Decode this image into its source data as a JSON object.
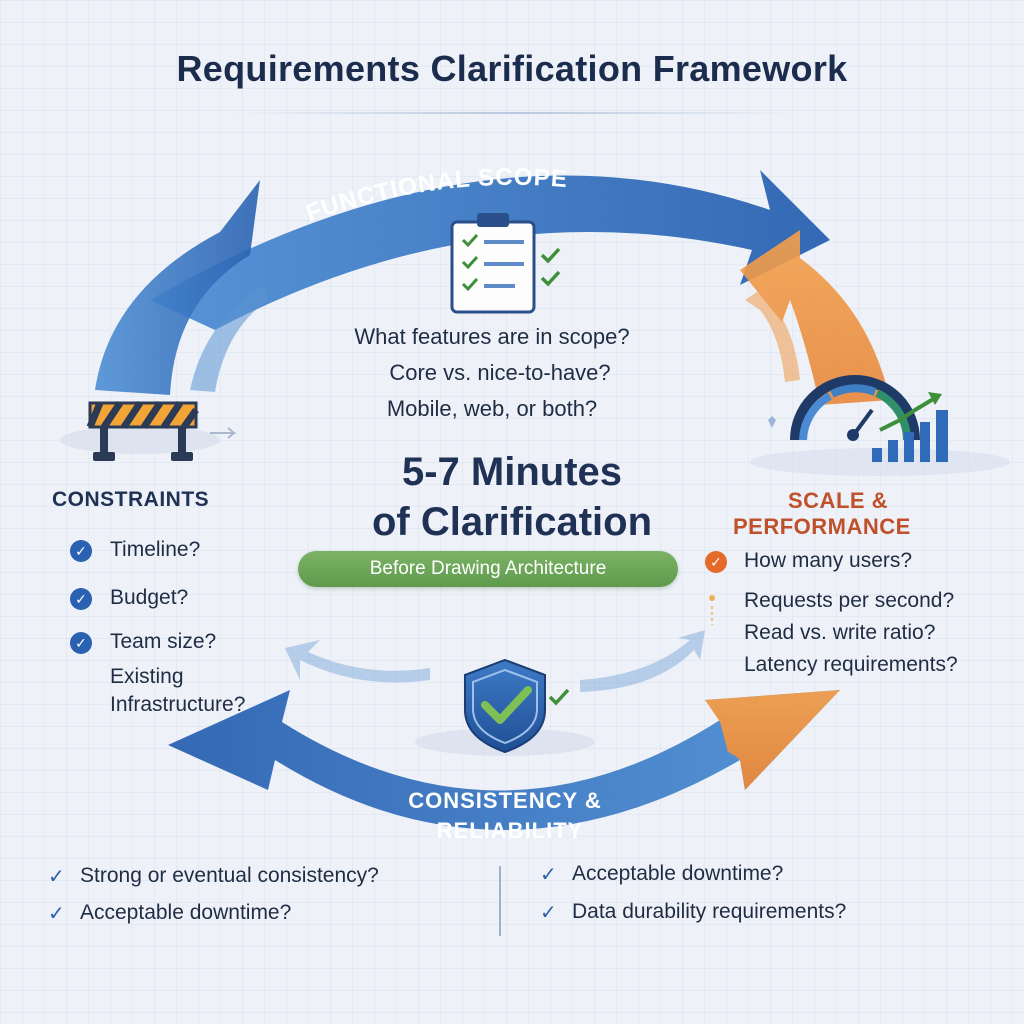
{
  "title": "Requirements Clarification Framework",
  "functional_scope": {
    "label": "FUNCTIONAL SCOPE",
    "questions": [
      "What features are in scope?",
      "Core vs. nice-to-have?",
      "Mobile, web, or both?"
    ]
  },
  "center": {
    "line1": "5-7 Minutes",
    "line2": "of Clarification",
    "pill": "Before Drawing Architecture"
  },
  "constraints": {
    "label": "CONSTRAINTS",
    "items": [
      "Timeline?",
      "Budget?",
      "Team size?"
    ],
    "extra_line1": "Existing",
    "extra_line2": "Infrastructure?"
  },
  "scale": {
    "label_line1": "SCALE &",
    "label_line2": "PERFORMANCE",
    "items": [
      "How many users?",
      "Requests per second?",
      "Read vs. write ratio?",
      "Latency requirements?"
    ]
  },
  "consistency": {
    "label_line1": "CONSISTENCY &",
    "label_line2": "RELIABILITY",
    "left_items": [
      "Strong or eventual consistency?",
      "Acceptable downtime?"
    ],
    "right_items": [
      "Acceptable downtime?",
      "Data durability requirements?"
    ]
  },
  "colors": {
    "blue_arrow": "#2f6bb8",
    "orange_arrow": "#ee9440",
    "green": "#5f9a4c",
    "title": "#1b2c4d",
    "scale_label": "#c0502a"
  },
  "icons": [
    "checklist-icon",
    "barrier-icon",
    "speedometer-icon",
    "shield-check-icon"
  ]
}
